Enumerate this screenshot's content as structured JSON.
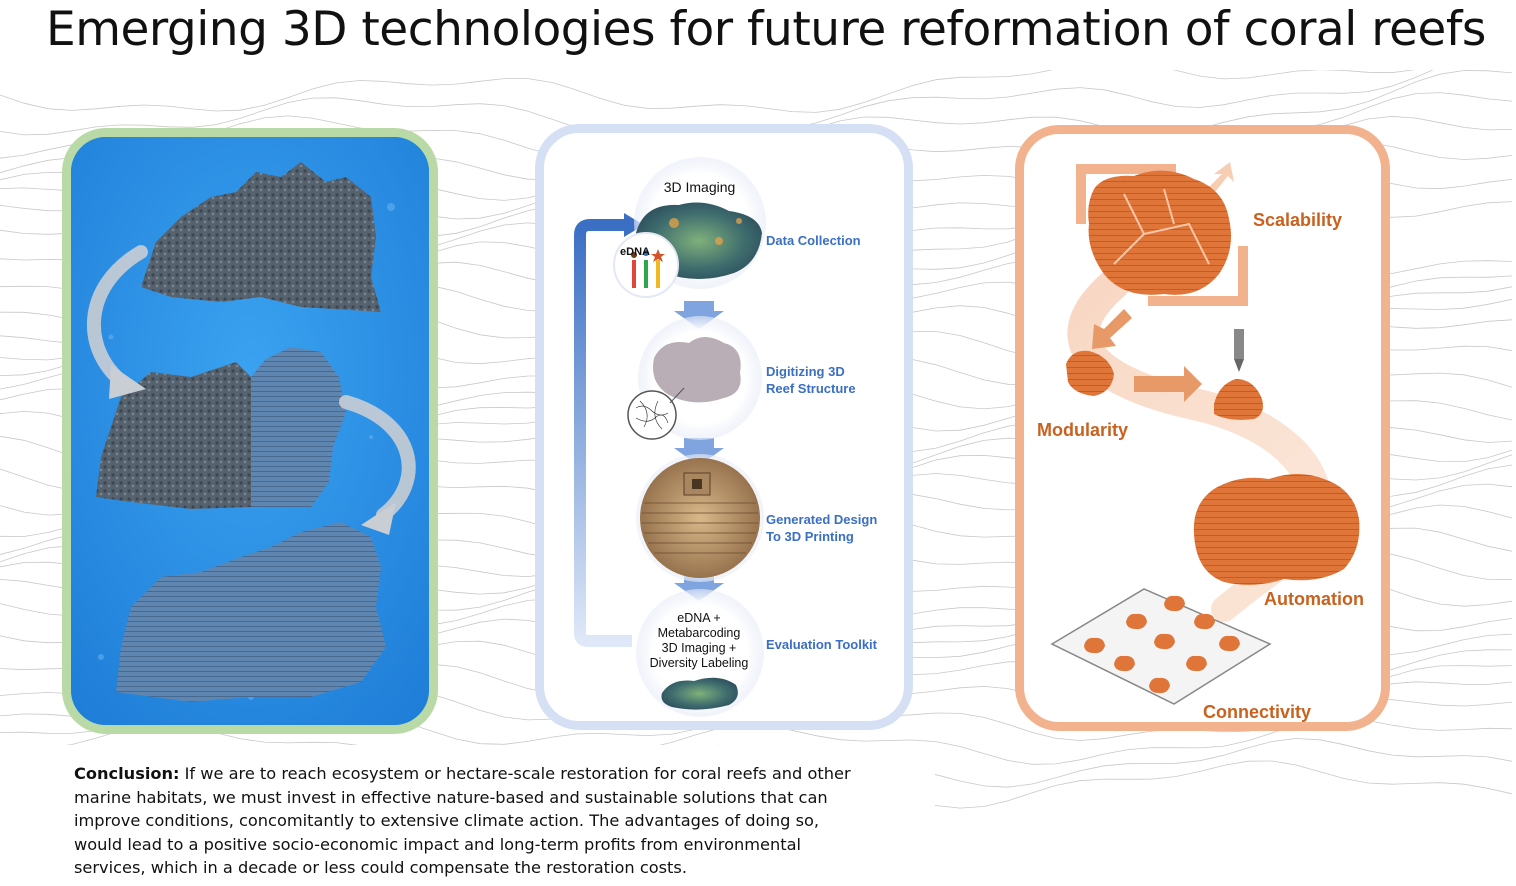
{
  "title": "Emerging 3D technologies for future reformation of coral reefs",
  "panel_restoration": {
    "image_description_icon": "coral-reef-photo-to-3d-model-sequence"
  },
  "workflow": {
    "steps": [
      {
        "circle_text": "3D Imaging",
        "label": "Data Collection"
      },
      {
        "circle_text": "",
        "label": "Digitizing 3D\nReef Structure"
      },
      {
        "circle_text": "",
        "label": "Generated Design\nTo 3D Printing"
      },
      {
        "circle_text": "eDNA +\nMetabarcoding\n3D Imaging +\nDiversity Labeling",
        "label": "Evaluation Toolkit"
      }
    ],
    "edna_label": "eDNA",
    "colors": {
      "accent": "#3a6fc4",
      "arrow": "#7fa4e0"
    }
  },
  "features": {
    "labels": {
      "scalability": "Scalability",
      "modularity": "Modularity",
      "automation": "Automation",
      "connectivity": "Connectivity"
    },
    "colors": {
      "accent": "#c9611f",
      "coral": "#e0753a",
      "border": "#f3b28e"
    }
  },
  "conclusion": {
    "label": "Conclusion:",
    "text": " If we are to reach ecosystem or hectare-scale restoration for coral reefs and other marine habitats, we must invest in effective nature-based and sustainable solutions that can improve conditions, concomitantly to extensive climate action. The advantages of doing so, would lead to a positive socio-economic impact and long-term profits from environmental services, which in a decade or less could compensate the restoration costs."
  }
}
